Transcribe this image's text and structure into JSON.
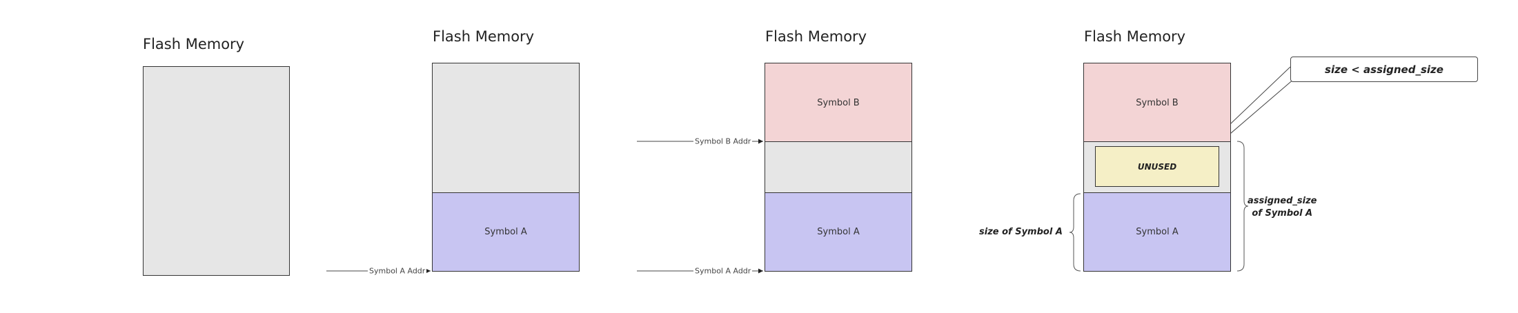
{
  "panels": [
    {
      "title": "Flash Memory",
      "blocks": [
        {
          "kind": "empty",
          "label": ""
        }
      ],
      "addresses": []
    },
    {
      "title": "Flash Memory",
      "blocks": [
        {
          "kind": "empty",
          "label": ""
        },
        {
          "kind": "symbol-a",
          "label": "Symbol A"
        }
      ],
      "addresses": [
        {
          "label": "Symbol A Addr"
        }
      ]
    },
    {
      "title": "Flash Memory",
      "blocks": [
        {
          "kind": "symbol-b",
          "label": "Symbol B"
        },
        {
          "kind": "empty",
          "label": ""
        },
        {
          "kind": "symbol-a",
          "label": "Symbol A"
        }
      ],
      "addresses": [
        {
          "label": "Symbol B Addr"
        },
        {
          "label": "Symbol A Addr"
        }
      ]
    },
    {
      "title": "Flash Memory",
      "blocks": [
        {
          "kind": "symbol-b",
          "label": "Symbol B"
        },
        {
          "kind": "empty",
          "label": ""
        },
        {
          "kind": "symbol-a",
          "label": "Symbol A"
        }
      ],
      "unused_label": "UNUSED",
      "size_of_symbol_label": "size of Symbol A",
      "assigned_size_label_line1": "assigned_size",
      "assigned_size_label_line2": "of Symbol A",
      "callout_label": "size < assigned_size"
    }
  ],
  "colors": {
    "empty": "#e6e6e6",
    "symbol_a": "#c8c5f2",
    "symbol_b": "#f3d4d5",
    "unused": "#f5efc6",
    "border": "#333333"
  }
}
